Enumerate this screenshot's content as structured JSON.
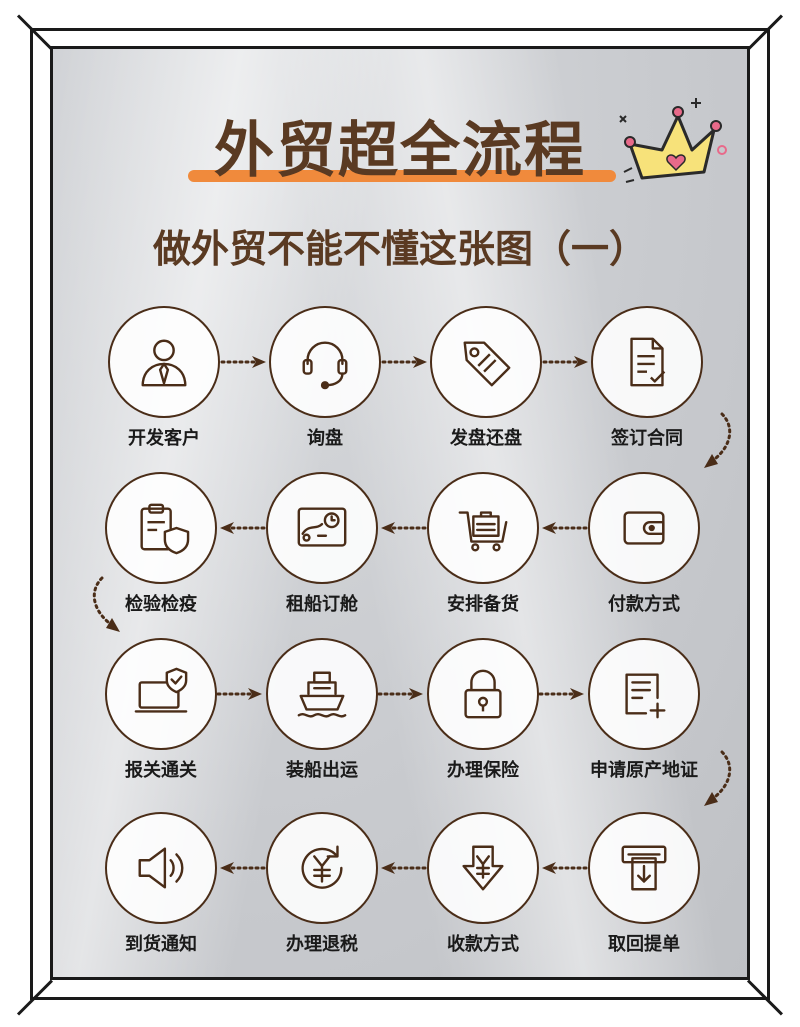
{
  "title": "外贸超全流程",
  "subtitle": "做外贸不能不懂这张图（一）",
  "colors": {
    "title": "#5a3a22",
    "underline": "#f08a3c",
    "stroke": "#4a2d18",
    "crown": "#f7e27a"
  },
  "steps": [
    {
      "label": "开发客户",
      "icon": "user-icon"
    },
    {
      "label": "询盘",
      "icon": "headset-icon"
    },
    {
      "label": "发盘还盘",
      "icon": "price-tag-icon"
    },
    {
      "label": "签订合同",
      "icon": "contract-icon"
    },
    {
      "label": "付款方式",
      "icon": "wallet-icon"
    },
    {
      "label": "安排备货",
      "icon": "cart-icon"
    },
    {
      "label": "租船订舱",
      "icon": "shipping-schedule-icon"
    },
    {
      "label": "检验检疫",
      "icon": "inspection-icon"
    },
    {
      "label": "报关通关",
      "icon": "customs-laptop-icon"
    },
    {
      "label": "装船出运",
      "icon": "ship-icon"
    },
    {
      "label": "办理保险",
      "icon": "lock-icon"
    },
    {
      "label": "申请原产地证",
      "icon": "certificate-icon"
    },
    {
      "label": "取回提单",
      "icon": "atm-bill-icon"
    },
    {
      "label": "收款方式",
      "icon": "receive-yuan-icon"
    },
    {
      "label": "办理退税",
      "icon": "tax-refund-icon"
    },
    {
      "label": "到货通知",
      "icon": "speaker-icon"
    }
  ]
}
